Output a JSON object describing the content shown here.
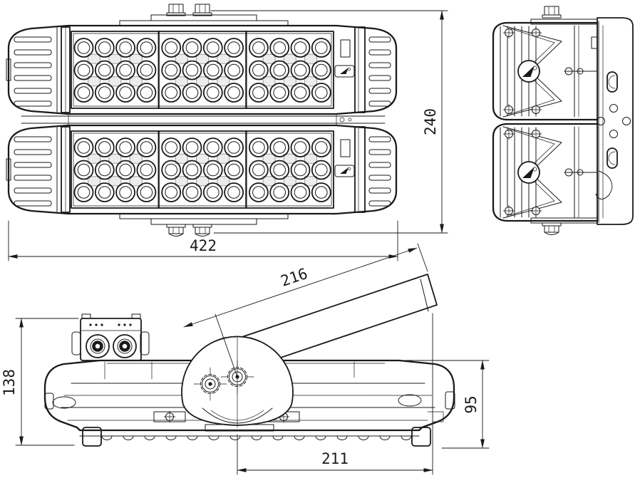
{
  "drawing": {
    "background_color": "#ffffff",
    "line_color": "#1a1a1a",
    "hidden_line_color": "#9c9c9c",
    "dimensions": {
      "overall_width": {
        "value": "422"
      },
      "overall_height": {
        "value": "240"
      },
      "bracket_arm_length": {
        "value": "216"
      },
      "side_height_left": {
        "value": "138"
      },
      "side_height_right": {
        "value": "95"
      },
      "pivot_to_end_distance": {
        "value": "211"
      }
    },
    "icons": {
      "aiming_symbol": "circle-with-black-wedge",
      "hazard_label": "rounded-rect-flag"
    }
  }
}
